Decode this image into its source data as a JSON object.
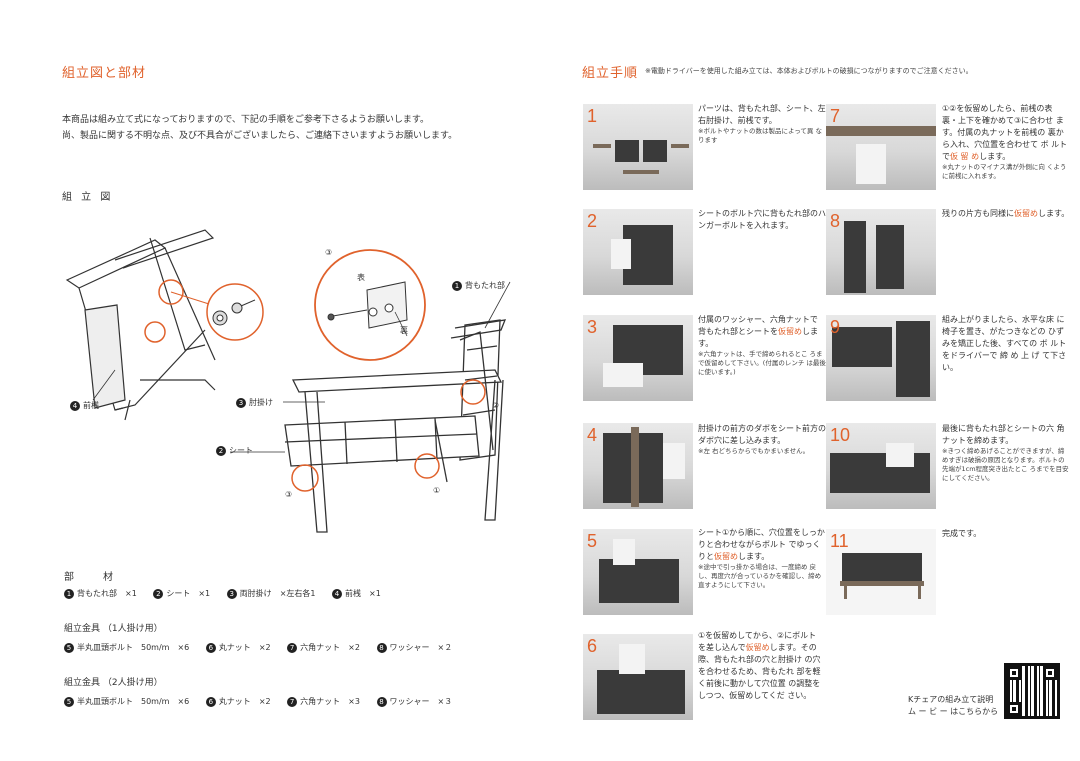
{
  "left": {
    "title": "組立図と部材",
    "intro_line1": "本商品は組み立て式になっておりますので、下記の手順をご参考下さるようお願いします。",
    "intro_line2": "尚、製品に関する不明な点、及び不具合がございましたら、ご連絡下さいますようお願いします。",
    "diagram_heading": "組 立 図",
    "callouts": {
      "c3": "③",
      "omote": "表",
      "ura": "裏",
      "backrest": "背もたれ部",
      "armrest": "肘掛け",
      "seat": "シート",
      "front": "前桟",
      "circ2": "②",
      "circ3": "③",
      "circ1": "①",
      "n1": "1",
      "n2": "2",
      "n3": "3",
      "n4": "4"
    },
    "parts_heading": "部　　材",
    "parts": [
      {
        "n": "1",
        "name": "背もたれ部",
        "qty": "×1"
      },
      {
        "n": "2",
        "name": "シート",
        "qty": "×1"
      },
      {
        "n": "3",
        "name": "両肘掛け",
        "qty": "×左右各1"
      },
      {
        "n": "4",
        "name": "前桟",
        "qty": "×1"
      }
    ],
    "hw1_heading": "組立金具 （1人掛け用）",
    "hw1": [
      {
        "n": "5",
        "name": "半丸皿頭ボルト　50m/m",
        "qty": "×6"
      },
      {
        "n": "6",
        "name": "丸ナット",
        "qty": "×2"
      },
      {
        "n": "7",
        "name": "六角ナット",
        "qty": "×2"
      },
      {
        "n": "8",
        "name": "ワッシャー",
        "qty": "×２"
      }
    ],
    "hw2_heading": "組立金具 （2人掛け用）",
    "hw2": [
      {
        "n": "5",
        "name": "半丸皿頭ボルト　50m/m",
        "qty": "×6"
      },
      {
        "n": "6",
        "name": "丸ナット",
        "qty": "×2"
      },
      {
        "n": "7",
        "name": "六角ナット",
        "qty": "×3"
      },
      {
        "n": "8",
        "name": "ワッシャー",
        "qty": "×３"
      }
    ]
  },
  "right": {
    "title": "組立手順",
    "note": "※電動ドライバーを使用した組み立ては、本体およびボルトの破損につながりますのでご注意ください。",
    "steps": [
      {
        "num": "1",
        "text": "パーツは、背もたれ部、シート、左右肘掛け、前桟です。",
        "note": "※ボルトやナットの数は製品によって異 なります"
      },
      {
        "num": "2",
        "text": "シートのボルト穴に背もたれ部のハンガーボルトを入れます。",
        "note": ""
      },
      {
        "num": "3",
        "text_pre": "付属のワッシャー、六角ナットで 背もたれ部とシートを",
        "accent": "仮留め",
        "text_post": "します。",
        "note": "※六角ナットは、手で締められるとこ ろまで仮留めして下さい。(付属のレンチ は最後に使います。)"
      },
      {
        "num": "4",
        "text": "肘掛けの前方のダボをシート前方のダボ穴に差し込みます。",
        "note": "※左 右どちらからでもかまいません。"
      },
      {
        "num": "5",
        "text_pre": "シート①から順に、穴位置をしっかりと合わせながらボルト でゆっくりと",
        "accent": "仮留め",
        "text_post": "します。",
        "note": "※途中で引っ掛かる場合は、一度締め 戻し、再度穴が合っているかを確認し、締め直すようにして下さい。"
      },
      {
        "num": "6",
        "text_pre": "①を仮留めしてから、②にボルト を差し込んで",
        "accent": "仮留め",
        "text_post": "します。その 際、背もたれ部の穴と肘掛け の穴を合わせるため、背もたれ 部を軽く前後に動かして穴位置 の調整をしつつ、仮留めしてくだ さい。",
        "note": ""
      },
      {
        "num": "7",
        "text_pre": "①②を仮留めしたら、前桟の表 裏・上下を確かめて③に合わせ ます。付属の丸ナットを前桟の 裏から入れ、穴位置を合わせて ボ ルトで",
        "accent": "仮 留 め",
        "text_post": "します。",
        "note": "※丸ナットのマイナス溝が外側に向 くように前桟に入れます。"
      },
      {
        "num": "8",
        "text_pre": "残りの片方も同様に",
        "accent": "仮留め",
        "text_post": "します。",
        "note": ""
      },
      {
        "num": "9",
        "text": "組み上がりましたら、水平な床 に椅子を置き、がたつきなどの ひずみを矯正した後、すべての ボ ルトをドライバーで 締 め 上 げ て下さい。",
        "note": ""
      },
      {
        "num": "10",
        "text": "最後に背もたれ部とシートの六 角ナットを締めます。",
        "note": "※きつく締めあげることができますが、締めすぎは破損の原因となります。ボルトの先端が1cm程度突き出たとこ ろまでを目安にしてください。"
      },
      {
        "num": "11",
        "text": "完成です。",
        "note": ""
      }
    ],
    "movie_line1": "Kチェアの組み立て説明",
    "movie_line2": "ム ー ビ ー はこちらから"
  }
}
